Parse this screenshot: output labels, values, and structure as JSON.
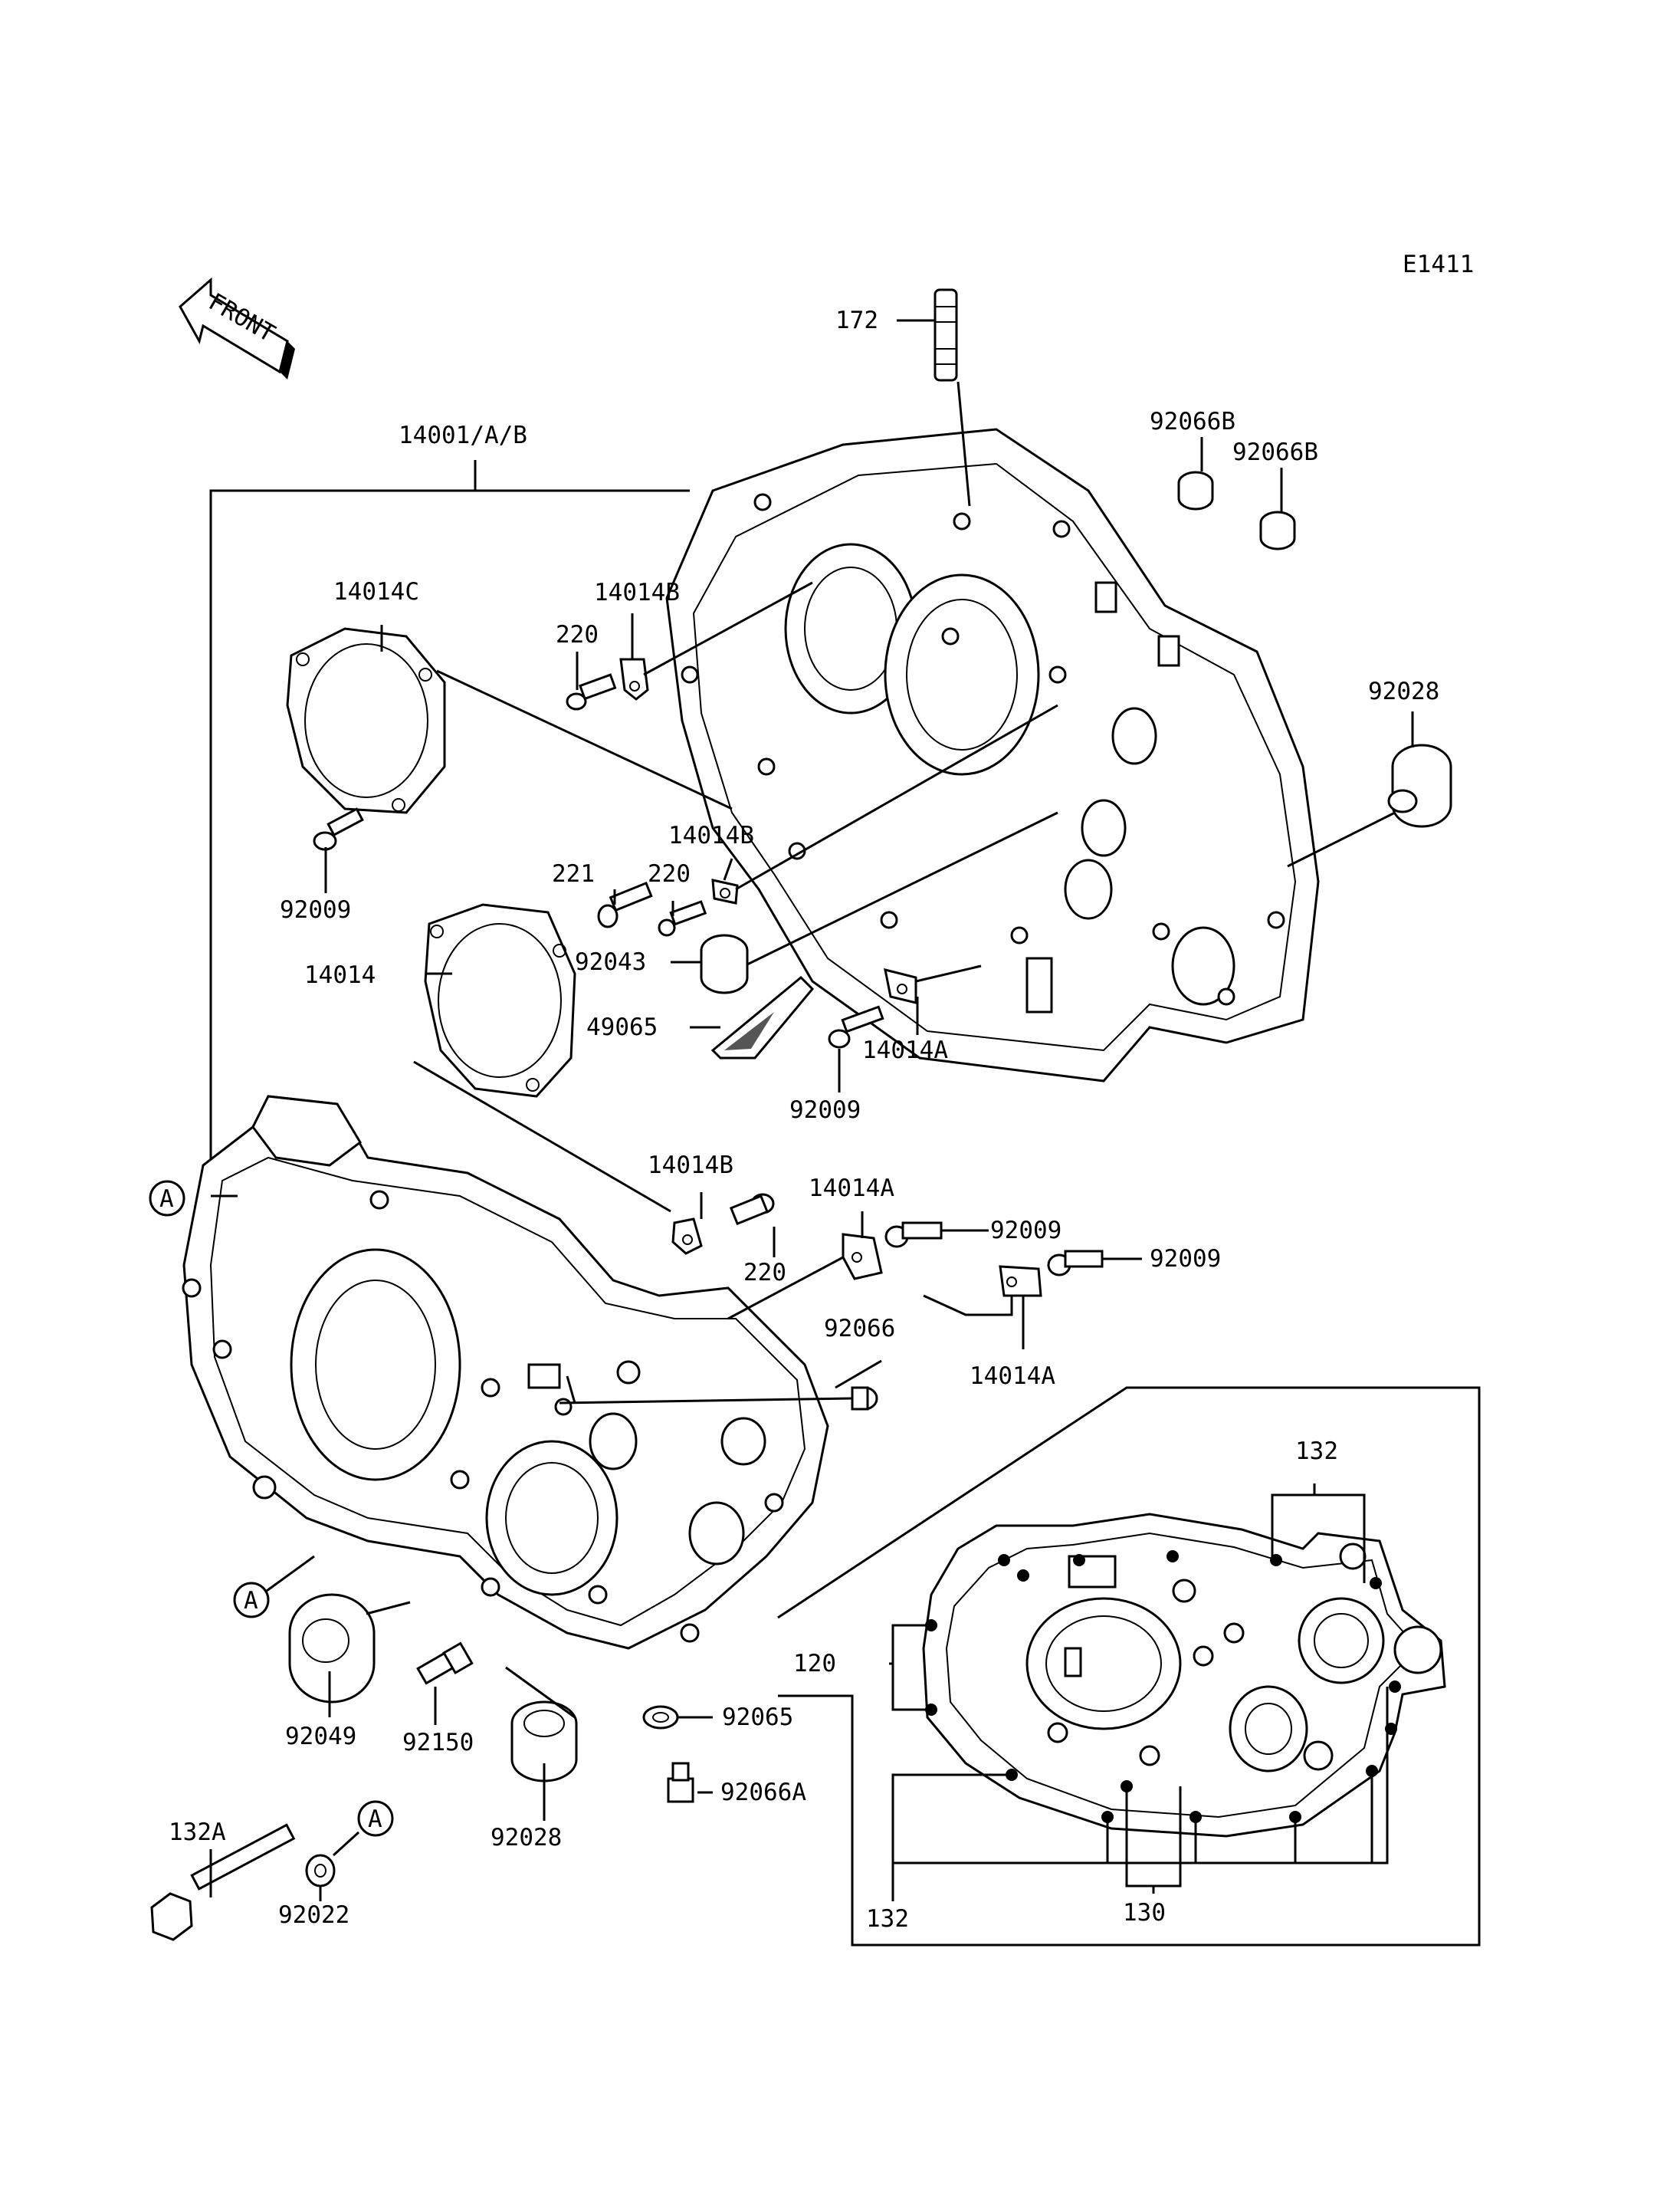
{
  "diagram": {
    "code": "E1411",
    "front_arrow": "FRONT",
    "callout_letter": "A",
    "labels": {
      "l172": "172",
      "l92066B_1": "92066B",
      "l92066B_2": "92066B",
      "l14001": "14001/A/B",
      "l14014C": "14014C",
      "l14014B_1": "14014B",
      "l220_1": "220",
      "l92028_1": "92028",
      "l92009_1": "92009",
      "l14014B_2": "14014B",
      "l221": "221",
      "l220_2": "220",
      "l14014": "14014",
      "l92043": "92043",
      "l49065": "49065",
      "l92009_2": "92009",
      "l14014A_1": "14014A",
      "l14014B_3": "14014B",
      "l14014A_2": "14014A",
      "l92009_3": "92009",
      "l220_3": "220",
      "l92009_4": "92009",
      "l92066": "92066",
      "l14014A_3": "14014A",
      "l132_1": "132",
      "l120": "120",
      "l92049": "92049",
      "l92150": "92150",
      "l92065": "92065",
      "l92066A": "92066A",
      "l92028_2": "92028",
      "l132A": "132A",
      "l92022": "92022",
      "l132_2": "132",
      "l130": "130"
    }
  }
}
